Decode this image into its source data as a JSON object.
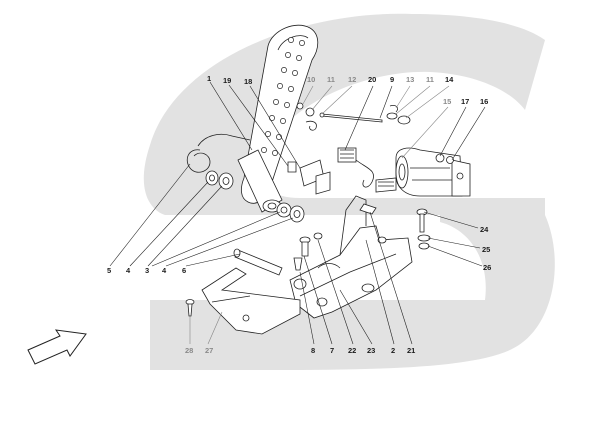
{
  "colors": {
    "watermark": "#e2e2e2",
    "line": "#222222",
    "label_dark": "#1a1a1a",
    "label_grey": "#8a8a8a"
  },
  "callouts": {
    "c1": "1",
    "c19": "19",
    "c18": "18",
    "c10": "10",
    "c11a": "11",
    "c12": "12",
    "c20": "20",
    "c9": "9",
    "c13": "13",
    "c11b": "11",
    "c14": "14",
    "c15": "15",
    "c17": "17",
    "c16": "16",
    "c24": "24",
    "c25": "25",
    "c26": "26",
    "c5": "5",
    "c4a": "4",
    "c3": "3",
    "c4b": "4",
    "c6": "6",
    "c28": "28",
    "c27": "27",
    "c8": "8",
    "c7": "7",
    "c22": "22",
    "c23": "23",
    "c2": "2",
    "c21": "21"
  },
  "icons": {
    "direction_arrow": "direction-arrow-icon",
    "watermark": "brand-s-watermark"
  }
}
